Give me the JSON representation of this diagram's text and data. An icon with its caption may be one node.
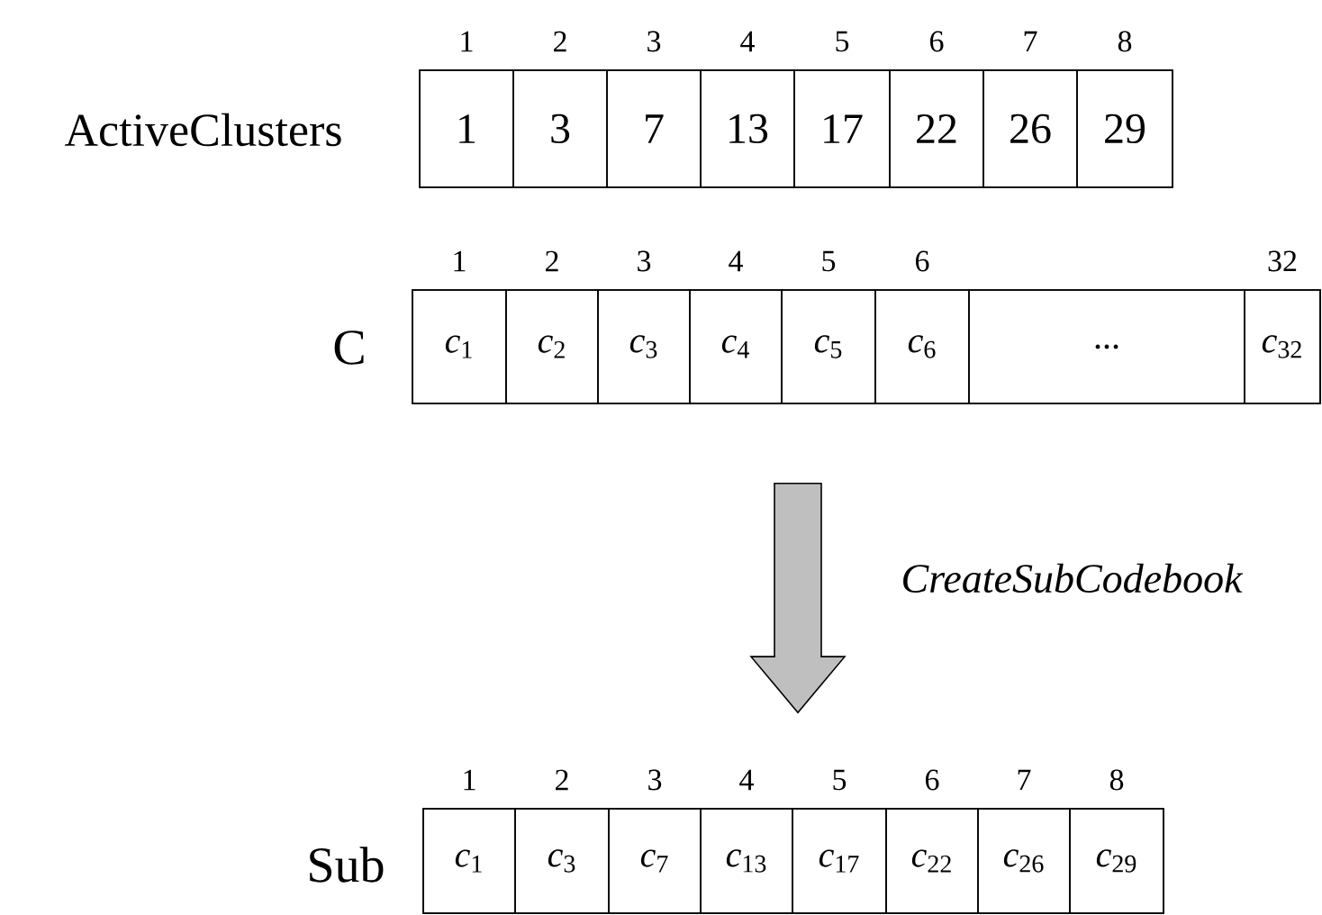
{
  "diagram": {
    "nodes": [
      {
        "text": [
          "ActiveClusters"
        ]
      },
      {
        "text": [
          "1"
        ],
        "in": 0,
        "beside": [
          "1"
        ]
      },
      {
        "text": [
          "3"
        ],
        "in": 0,
        "beside": [
          "2"
        ]
      },
      {
        "text": [
          "7"
        ],
        "in": 0,
        "beside": [
          "3"
        ]
      },
      {
        "text": [
          "13"
        ],
        "in": 0,
        "beside": [
          "4"
        ]
      },
      {
        "text": [
          "17"
        ],
        "in": 0,
        "beside": [
          "5"
        ]
      },
      {
        "text": [
          "22"
        ],
        "in": 0,
        "beside": [
          "6"
        ]
      },
      {
        "text": [
          "26"
        ],
        "in": 0,
        "beside": [
          "7"
        ]
      },
      {
        "text": [
          "29"
        ],
        "in": 0,
        "beside": [
          "8"
        ]
      },
      {
        "text": [
          "C"
        ]
      },
      {
        "text": [
          "*c*$_{1}$"
        ],
        "in": 9,
        "beside": [
          "1"
        ]
      },
      {
        "text": [
          "*c*$_{2}$"
        ],
        "in": 9,
        "beside": [
          "2"
        ]
      },
      {
        "text": [
          "*c*$_{3}$"
        ],
        "in": 9,
        "beside": [
          "3"
        ]
      },
      {
        "text": [
          "*c*$_{4}$"
        ],
        "in": 9,
        "beside": [
          "4"
        ]
      },
      {
        "text": [
          "*c*$_{5}$"
        ],
        "in": 9,
        "beside": [
          "5"
        ]
      },
      {
        "text": [
          "*c*$_{6}$"
        ],
        "in": 9,
        "beside": [
          "6"
        ]
      },
      {
        "text": [
          "..."
        ],
        "in": 9
      },
      {
        "text": [
          "*c*$_{32}$"
        ],
        "in": 9,
        "beside": [
          "32"
        ]
      },
      {
        "text": [
          "Sub"
        ]
      },
      {
        "text": [
          "*c*$_{1}$"
        ],
        "in": 18,
        "beside": [
          "1"
        ]
      },
      {
        "text": [
          "*c*$_{3}$"
        ],
        "in": 18,
        "beside": [
          "2"
        ]
      },
      {
        "text": [
          "*c*$_{7}$"
        ],
        "in": 18,
        "beside": [
          "3"
        ]
      },
      {
        "text": [
          "*c*$_{13}$"
        ],
        "in": 18,
        "beside": [
          "4"
        ]
      },
      {
        "text": [
          "*c*$_{17}$"
        ],
        "in": 18,
        "beside": [
          "5"
        ]
      },
      {
        "text": [
          "*c*$_{22}$"
        ],
        "in": 18,
        "beside": [
          "6"
        ]
      },
      {
        "text": [
          "*c*$_{26}$"
        ],
        "in": 18,
        "beside": [
          "7"
        ]
      },
      {
        "text": [
          "*c*$_{29}$"
        ],
        "in": 18,
        "beside": [
          "8"
        ]
      }
    ],
    "edges": [
      {
        "from": 9,
        "to": 18,
        "arrow": "to",
        "label": "CreateSubCodebook",
        "style": "thick"
      }
    ]
  }
}
